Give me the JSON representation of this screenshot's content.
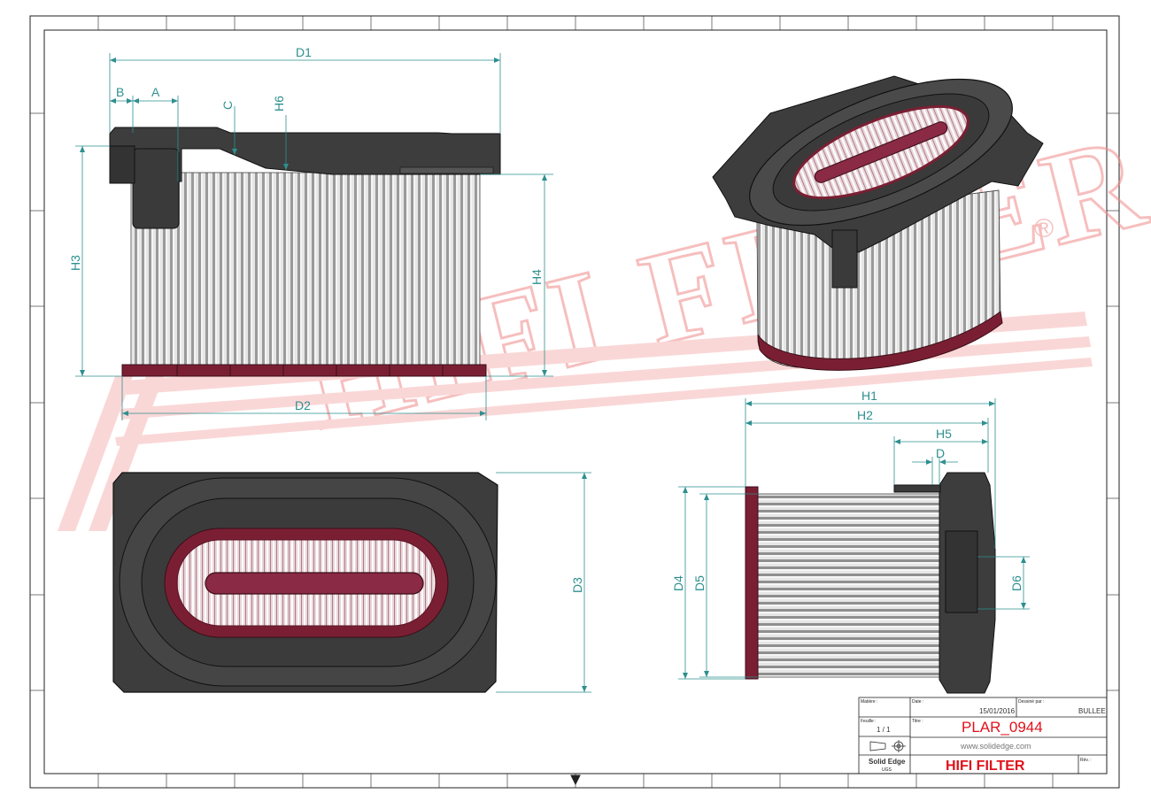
{
  "dimension_labels": {
    "d1": "D1",
    "b": "B",
    "a": "A",
    "c": "C",
    "h6": "H6",
    "h3": "H3",
    "h4": "H4",
    "d2": "D2",
    "d3": "D3",
    "h1": "H1",
    "h2": "H2",
    "h5": "H5",
    "d": "D",
    "d4": "D4",
    "d5": "D5",
    "d6": "D6"
  },
  "watermark": {
    "text": "HIFI FILTER",
    "symbol": "®"
  },
  "title_block": {
    "matiere_label": "Matière :",
    "date_label": "Date :",
    "date_value": "15/01/2016",
    "dessine_label": "Dessiné par :",
    "dessine_value": "BULLEE",
    "feuille_label": "Feuille :",
    "feuille_value": "1 / 1",
    "titre_label": "Titre :",
    "part_number": "PLAR_0944",
    "software": "Solid Edge",
    "software_sub": "UGS",
    "website": "www.solidedge.com",
    "brand": "HIFI FILTER",
    "rev_label": "Rév. :"
  },
  "colors": {
    "dim": "#2e8f8f",
    "brand_red": "#e0121b",
    "maroon": "#7a1f33",
    "dark_plastic": "#3a3a3a"
  }
}
